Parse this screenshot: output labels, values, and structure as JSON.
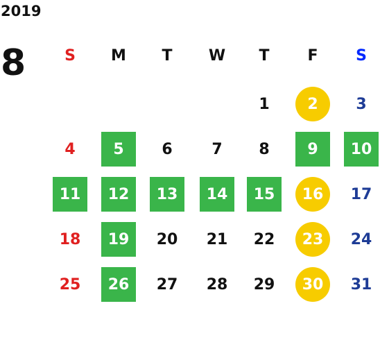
{
  "year": "2019",
  "month": "8",
  "weekday_headers": [
    "S",
    "M",
    "T",
    "W",
    "T",
    "F",
    "S"
  ],
  "colors": {
    "sunday_text": "#e02020",
    "saturday_text": "#1e3c96",
    "saturday_header": "#0028ff",
    "weekday_text": "#111111",
    "green_highlight": "#3ab54a",
    "yellow_highlight": "#f7cc00",
    "highlight_text": "#ffffff"
  },
  "weeks": [
    [
      null,
      null,
      null,
      null,
      {
        "day": "1",
        "mark": ""
      },
      {
        "day": "2",
        "mark": "yellow"
      },
      {
        "day": "3",
        "mark": ""
      }
    ],
    [
      {
        "day": "4",
        "mark": ""
      },
      {
        "day": "5",
        "mark": "green"
      },
      {
        "day": "6",
        "mark": ""
      },
      {
        "day": "7",
        "mark": ""
      },
      {
        "day": "8",
        "mark": ""
      },
      {
        "day": "9",
        "mark": "green"
      },
      {
        "day": "10",
        "mark": "green"
      }
    ],
    [
      {
        "day": "11",
        "mark": "green"
      },
      {
        "day": "12",
        "mark": "green"
      },
      {
        "day": "13",
        "mark": "green"
      },
      {
        "day": "14",
        "mark": "green"
      },
      {
        "day": "15",
        "mark": "green"
      },
      {
        "day": "16",
        "mark": "yellow"
      },
      {
        "day": "17",
        "mark": ""
      }
    ],
    [
      {
        "day": "18",
        "mark": ""
      },
      {
        "day": "19",
        "mark": "green"
      },
      {
        "day": "20",
        "mark": ""
      },
      {
        "day": "21",
        "mark": ""
      },
      {
        "day": "22",
        "mark": ""
      },
      {
        "day": "23",
        "mark": "yellow"
      },
      {
        "day": "24",
        "mark": ""
      }
    ],
    [
      {
        "day": "25",
        "mark": ""
      },
      {
        "day": "26",
        "mark": "green"
      },
      {
        "day": "27",
        "mark": ""
      },
      {
        "day": "28",
        "mark": ""
      },
      {
        "day": "29",
        "mark": ""
      },
      {
        "day": "30",
        "mark": "yellow"
      },
      {
        "day": "31",
        "mark": ""
      }
    ]
  ]
}
